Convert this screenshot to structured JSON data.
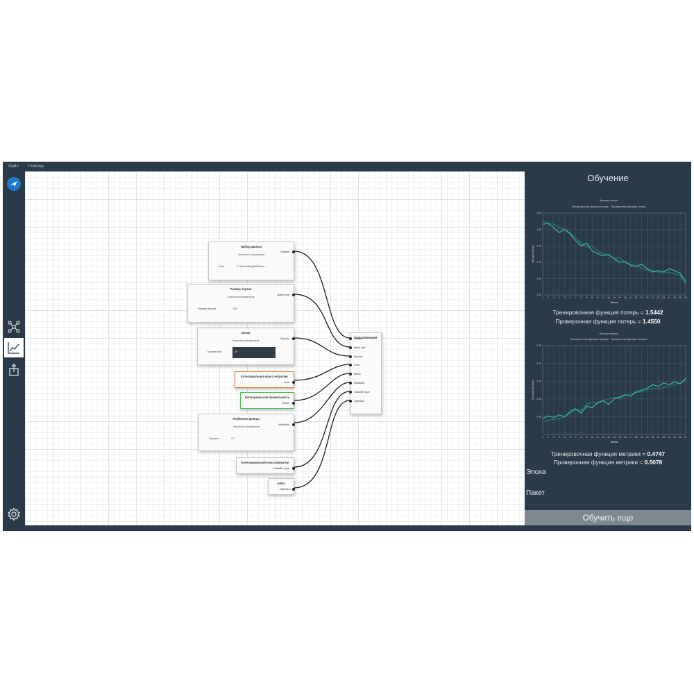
{
  "menu": [
    "Файл",
    "Помощь"
  ],
  "colors": {
    "accent": "#1e78c8",
    "bg": "#2b3a48",
    "train": "#1e7b7d",
    "val": "#3fb8a3",
    "orange": "#e07a3a",
    "green": "#4cbb4c"
  },
  "sidebar": {
    "icons": [
      "logo-icon",
      "network-icon",
      "chart-icon",
      "export-icon",
      "settings-icon"
    ]
  },
  "nodes": {
    "dataset": {
      "title": "Набор данных",
      "sub": "Значения параметров",
      "out": "Dataset",
      "param_label": "Путь",
      "param_value": "C:\\Users\\Belyj\\NN\\Data..."
    },
    "batch": {
      "title": "Размер партии",
      "sub": "Значения параметров",
      "out": "Batch size",
      "param_label": "Размер партии",
      "param_value": "128"
    },
    "epochs": {
      "title": "Эпохи",
      "sub": "Значения параметров",
      "out": "Epochs",
      "param_label": "Количество",
      "param_value": "20"
    },
    "loss": {
      "title": "Категориальная кросс-энтропия",
      "out": "Loss"
    },
    "metric": {
      "title": "Категориальная правильность",
      "out": "Metric"
    },
    "split": {
      "title": "Разбиение данных",
      "sub": "Значения параметров",
      "out": "Validation",
      "param_label": "Процент",
      "param_value": "0.3"
    },
    "clf": {
      "title": "Категориальный классификатор",
      "out": "Classifier type"
    },
    "adam": {
      "title": "Adam",
      "out": "Optimizer"
    },
    "classification": {
      "title": "Классификация",
      "inputs": [
        "Dataset",
        "Batch size",
        "Epochs",
        "Loss",
        "Metric",
        "Validation",
        "Classifier type",
        "Optimizer"
      ]
    }
  },
  "panel": {
    "title": "Обучение",
    "loss_chart": {
      "title": "Функция потерь",
      "legend_train": "Тренировочная функция потерь",
      "legend_val": "Проверочная функция потерь",
      "ylabel": "Функция потерь",
      "xlabel": "Эпоха"
    },
    "metric_chart": {
      "title": "Функция метрик",
      "legend_train": "Тренировочная функция метрики",
      "legend_val": "Проверочная функция метрики",
      "ylabel": "Функция метрики",
      "xlabel": "Эпоха"
    },
    "train_loss_label": "Тренировочная функция потерь = ",
    "train_loss_value": "1.5442",
    "val_loss_label": "Проверочная функция потерь = ",
    "val_loss_value": "1.4550",
    "train_metric_label": "Тренировочная функция метрики = ",
    "train_metric_value": "0.4747",
    "val_metric_label": "Проверочная функция метрики = ",
    "val_metric_value": "0.5078",
    "epoch_label": "Эпоха",
    "batch_label": "Пакет",
    "button": "Обучить еще"
  },
  "chart_data": [
    {
      "type": "line",
      "title": "Функция потерь",
      "xlabel": "Эпоха",
      "ylabel": "Функция потерь",
      "x": [
        1,
        2,
        3,
        4,
        5,
        6,
        7,
        8,
        9,
        10,
        11,
        12,
        13,
        14,
        15,
        16,
        17,
        18,
        19,
        20,
        21,
        22,
        23,
        24,
        25,
        26,
        27
      ],
      "yticks": [
        2.5,
        2.25,
        2.0,
        1.75,
        1.5,
        1.25
      ],
      "ylim": [
        1.25,
        2.5
      ],
      "series": [
        {
          "name": "Тренировочная функция потерь",
          "values": [
            2.38,
            2.35,
            2.33,
            2.28,
            2.25,
            2.2,
            2.12,
            2.05,
            1.98,
            2.0,
            1.92,
            1.88,
            1.86,
            1.8,
            1.82,
            1.74,
            1.72,
            1.7,
            1.66,
            1.63,
            1.62,
            1.6,
            1.58,
            1.6,
            1.57,
            1.55,
            1.42
          ]
        },
        {
          "name": "Проверочная функция потерь",
          "values": [
            2.33,
            2.34,
            2.28,
            2.2,
            2.25,
            2.18,
            2.08,
            2.0,
            2.04,
            1.92,
            1.88,
            1.85,
            1.87,
            1.8,
            1.75,
            1.76,
            1.7,
            1.68,
            1.72,
            1.65,
            1.6,
            1.62,
            1.6,
            1.65,
            1.62,
            1.58,
            1.45
          ]
        }
      ]
    },
    {
      "type": "line",
      "title": "Функция метрик",
      "xlabel": "Эпоха",
      "ylabel": "Функция метрики",
      "x": [
        1,
        2,
        3,
        4,
        5,
        6,
        7,
        8,
        9,
        10,
        11,
        12,
        13,
        14,
        15,
        16,
        17,
        18,
        19,
        20,
        21,
        22,
        23,
        24,
        25,
        26,
        27
      ],
      "yticks": [
        0.55,
        0.5,
        0.45,
        0.4,
        0.35
      ],
      "ylim": [
        0.3,
        0.55
      ],
      "series": [
        {
          "name": "Тренировочная функция метрики",
          "values": [
            0.335,
            0.34,
            0.342,
            0.345,
            0.35,
            0.36,
            0.37,
            0.368,
            0.385,
            0.39,
            0.388,
            0.395,
            0.4,
            0.405,
            0.402,
            0.41,
            0.415,
            0.418,
            0.42,
            0.425,
            0.43,
            0.428,
            0.432,
            0.435,
            0.44,
            0.445,
            0.452
          ]
        },
        {
          "name": "Проверочная функция метрики",
          "values": [
            0.345,
            0.352,
            0.348,
            0.355,
            0.35,
            0.365,
            0.372,
            0.36,
            0.38,
            0.375,
            0.39,
            0.395,
            0.385,
            0.4,
            0.405,
            0.412,
            0.408,
            0.42,
            0.425,
            0.43,
            0.44,
            0.435,
            0.445,
            0.44,
            0.448,
            0.442,
            0.458
          ]
        }
      ]
    }
  ]
}
